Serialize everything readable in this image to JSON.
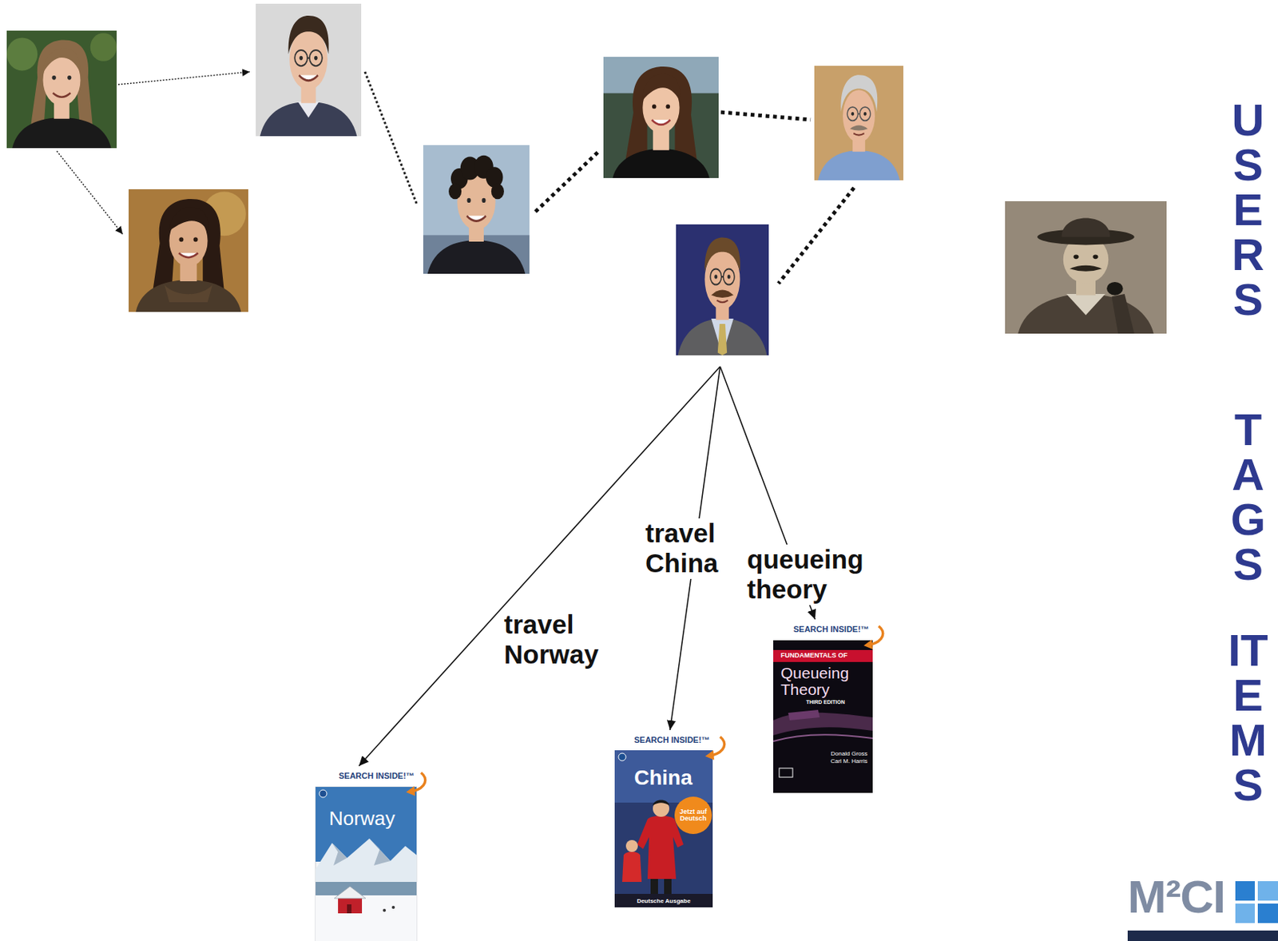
{
  "diagram": {
    "nodes": [
      {
        "text": [
          "SEARCH INSIDE!™",
          "Norway"
        ]
      },
      {
        "text": [
          "SEARCH INSIDE!™",
          "China",
          "Deutsche Ausgabe"
        ]
      },
      {
        "text": [
          "Jetzt auf Deutsch"
        ],
        "in": 1
      },
      {
        "text": [
          "SEARCH INSIDE!™",
          "Queueing Theory",
          "THIRD EDITION",
          "Donald Gross Carl M. Harris"
        ]
      },
      {
        "text": [
          "FUNDAMENTALS OF"
        ],
        "in": 3
      }
    ],
    "labels": [
      "travel Norway",
      "travel China",
      "queueing theory",
      "USERS",
      "TAGS",
      "ITEMS",
      "M²CI"
    ]
  }
}
